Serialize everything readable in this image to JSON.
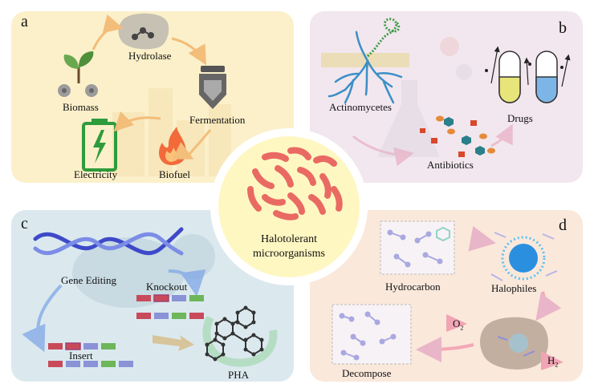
{
  "center": {
    "line1": "Halotolerant",
    "line2": "microorganisms"
  },
  "panel_a": {
    "letter": "a",
    "hydrolase": "Hydrolase",
    "biomass": "Biomass",
    "fermentation": "Fermentation",
    "electricity": "Electricity",
    "biofuel": "Biofuel"
  },
  "panel_b": {
    "letter": "b",
    "actinomycetes": "Actinomycetes",
    "antibiotics": "Antibiotics",
    "drugs": "Drugs"
  },
  "panel_c": {
    "letter": "c",
    "gene_editing": "Gene Editing",
    "knockout": "Knockout",
    "insert": "Insert",
    "pha": "PHA"
  },
  "panel_d": {
    "letter": "d",
    "hydrocarbon": "Hydrocarbon",
    "halophiles": "Halophiles",
    "o2": "O",
    "o2_sub": "2",
    "h2": "H",
    "h2_sub": "2",
    "decompose": "Decompose"
  },
  "colors": {
    "panel_a_bg": "#fbf0c9",
    "panel_b_bg": "#f2e7ee",
    "panel_c_bg": "#dbe9ef",
    "panel_d_bg": "#fae8db",
    "center_bg": "#fff7c2",
    "bacteria": "#e96a63"
  }
}
